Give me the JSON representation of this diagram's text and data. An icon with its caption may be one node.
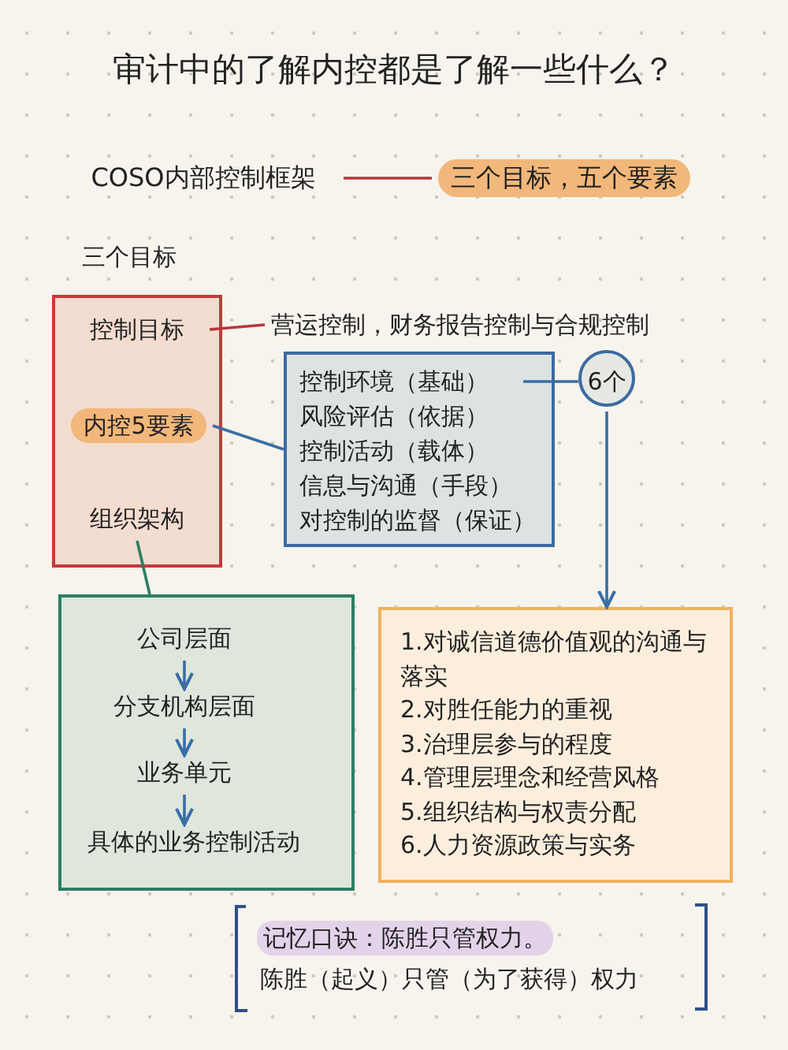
{
  "diagram": {
    "title": "审计中的了解内控都是了解一些什么？",
    "nodes": [
      {
        "text": [
          "COSO内部控制框架"
        ]
      },
      {
        "text": [
          "三个目标，五个要素"
        ]
      },
      {
        "text": [],
        "shape": "box"
      },
      {
        "text": [
          "控制目标"
        ],
        "in": 2
      },
      {
        "text": [
          "内控5要素"
        ],
        "in": 2
      },
      {
        "text": [
          "组织架构"
        ],
        "in": 2
      },
      {
        "text": [
          "营运控制，财务报告控制与合规控制"
        ]
      },
      {
        "text": [
          "控制环境（基础）",
          "风险评估（依据）",
          "控制活动（载体）",
          "信息与沟通（手段）",
          "对控制的监督（保证）"
        ]
      },
      {
        "text": [
          "6个"
        ]
      },
      {
        "text": [],
        "shape": "box"
      },
      {
        "text": [
          "公司层面"
        ],
        "in": 9
      },
      {
        "text": [
          "分支机构层面"
        ],
        "in": 9
      },
      {
        "text": [
          "业务单元"
        ],
        "in": 9
      },
      {
        "text": [
          "具体的业务控制活动"
        ],
        "in": 9
      },
      {
        "text": [
          "1.对诚信道德价值观的沟通与落实",
          "2.对胜任能力的重视",
          "3.治理层参与的程度",
          "4.管理层理念和经营风格",
          "5.组织结构与权责分配",
          "6.人力资源政策与实务"
        ]
      }
    ],
    "edges": [
      {
        "from": 0,
        "to": 1,
        "arrow": "none",
        "color": "#b5383a"
      },
      {
        "from": 3,
        "to": 6,
        "arrow": "none",
        "color": "#b5383a"
      },
      {
        "from": 4,
        "to": 7,
        "arrow": "none"
      },
      {
        "from": 7,
        "to": 8,
        "arrow": "none"
      },
      {
        "from": 8,
        "to": 14,
        "arrow": "to"
      },
      {
        "from": 5,
        "to": 9,
        "arrow": "none",
        "color": "#2e7d62"
      },
      {
        "from": 10,
        "to": 11,
        "arrow": "to"
      },
      {
        "from": 11,
        "to": 12,
        "arrow": "to"
      },
      {
        "from": 12,
        "to": 13,
        "arrow": "to"
      }
    ],
    "labels": [
      "三个目标",
      "记忆口诀：陈胜只管权力。",
      "陈胜（起义）只管（为了获得）权力"
    ]
  }
}
